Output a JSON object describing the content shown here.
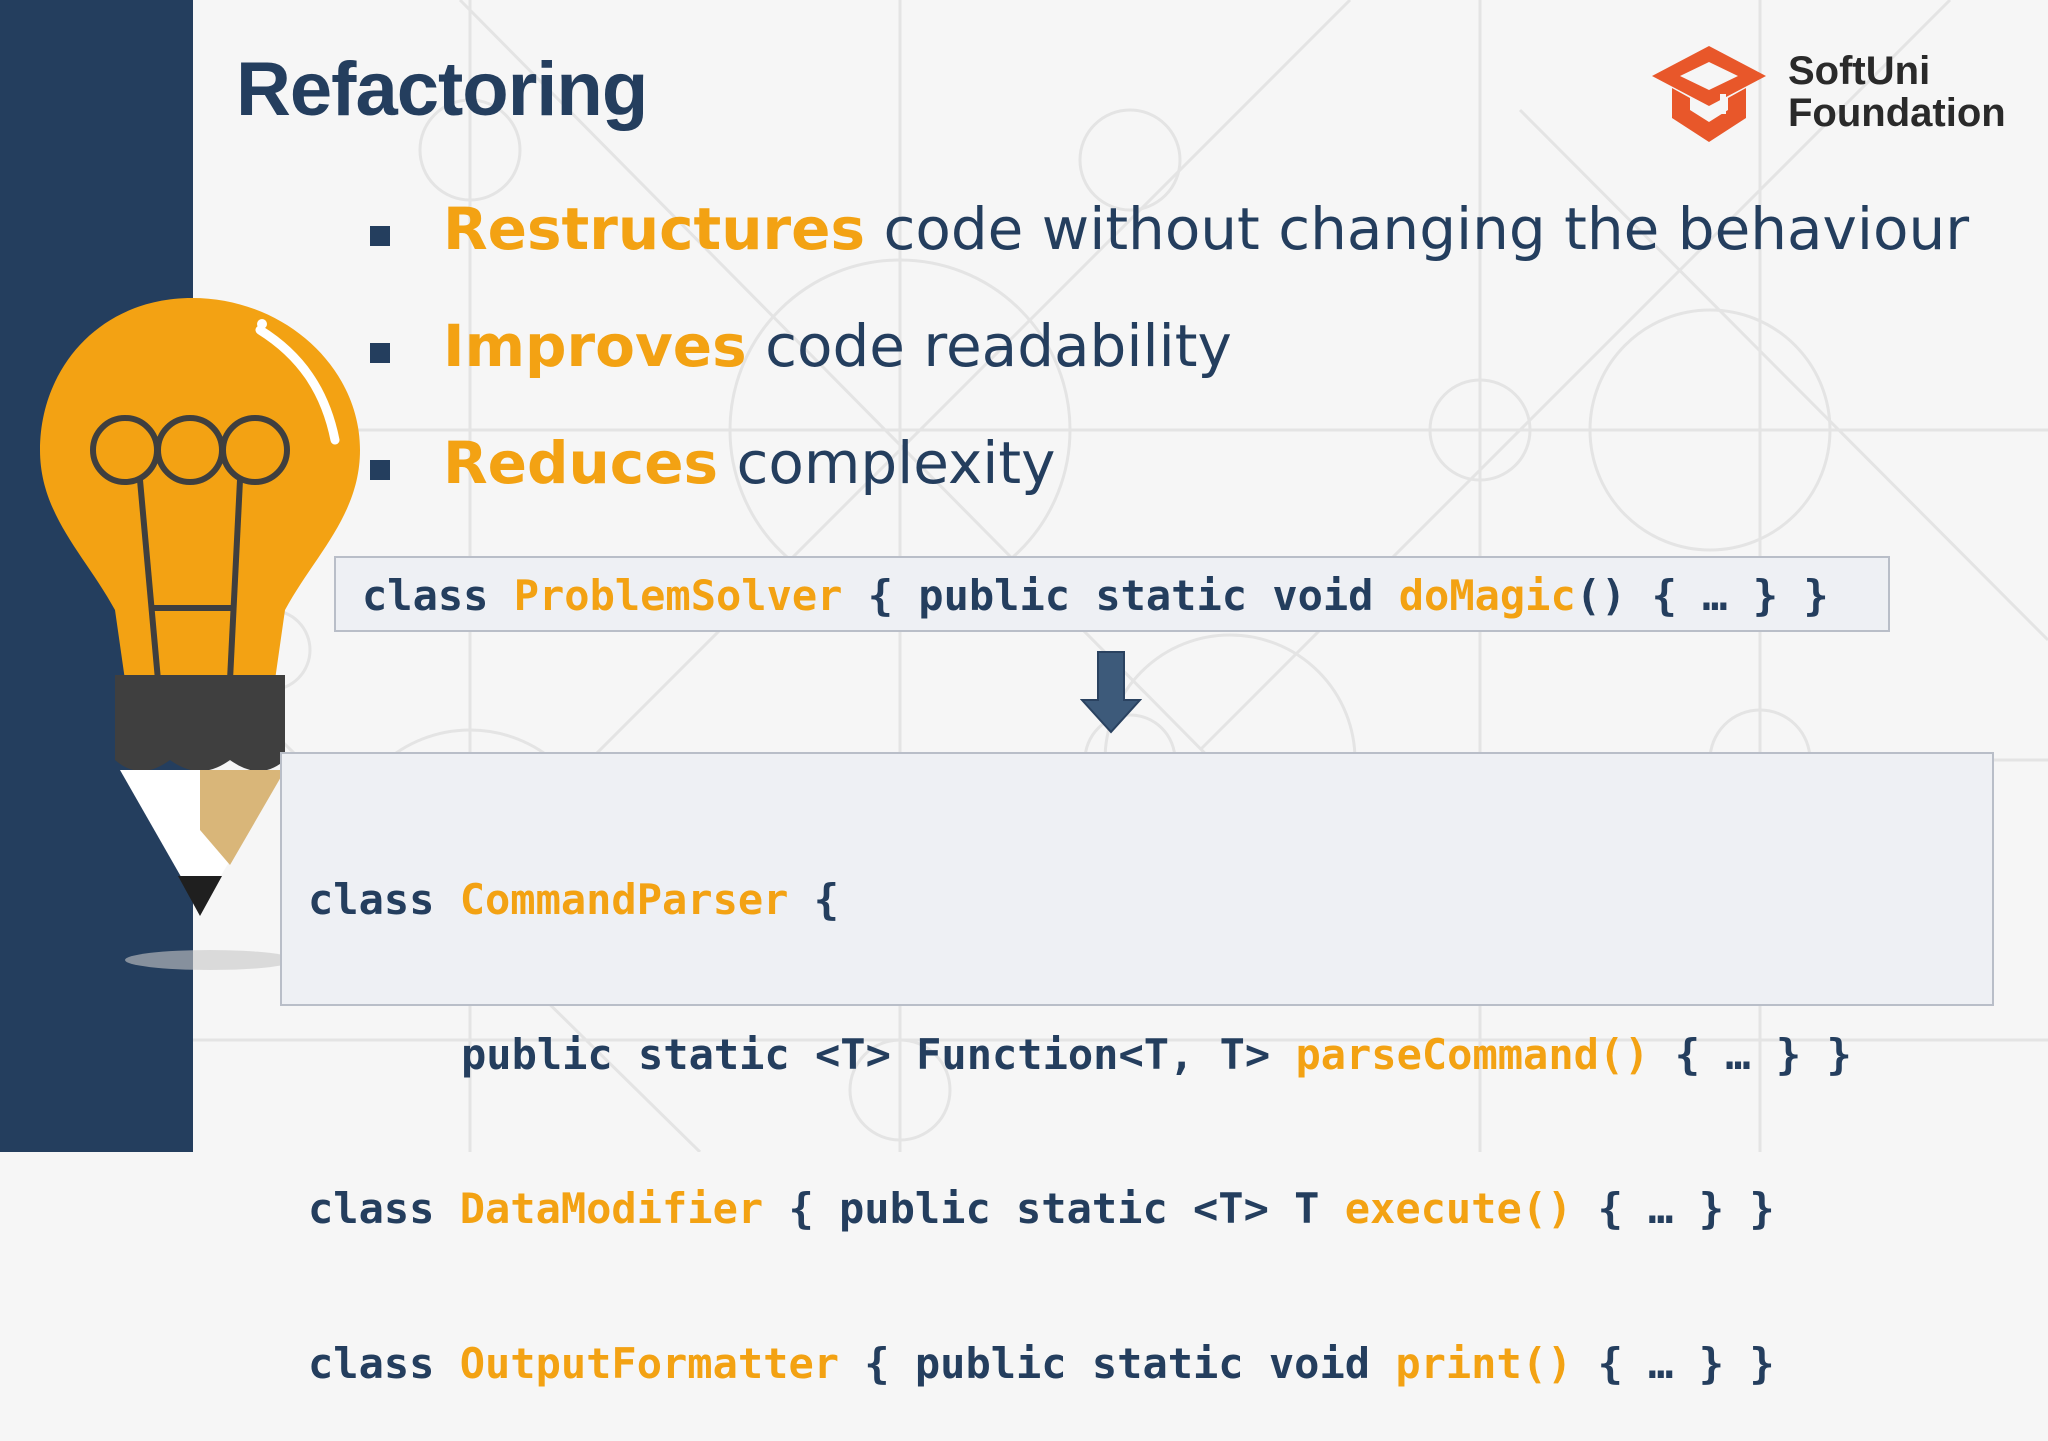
{
  "slide": {
    "title": "Refactoring",
    "logo": {
      "line1": "SoftUni",
      "line2": "Foundation"
    },
    "bullets": [
      {
        "highlight": "Restructures",
        "rest": " code without changing the behaviour"
      },
      {
        "highlight": "Improves",
        "rest": " code readability"
      },
      {
        "highlight": "Reduces",
        "rest": " complexity"
      }
    ],
    "code_before": {
      "kw": "class ",
      "name": "ProblemSolver",
      "mid": " { public static void ",
      "method": "doMagic",
      "tail": "() { … } }"
    },
    "code_after": [
      {
        "kw": "class ",
        "name": "CommandParser",
        "tail": " {"
      },
      {
        "pre": "public static <T> Function<T, T> ",
        "method": "parseCommand()",
        "tail": " { … } }"
      },
      {
        "kw": "class ",
        "name": "DataModifier",
        "mid": " { public static <T> T ",
        "method": "execute()",
        "tail": " { … } }"
      },
      {
        "kw": "class ",
        "name": "OutputFormatter",
        "mid": " { public static void ",
        "method": "print()",
        "tail": " { … } }"
      }
    ],
    "colors": {
      "navy": "#243e5e",
      "orange": "#f3a213",
      "code_bg": "#eef0f4",
      "logo_orange": "#e8572a"
    },
    "icons": [
      "lightbulb-pencil-illustration",
      "down-arrow-icon",
      "softuni-logo-icon"
    ]
  }
}
